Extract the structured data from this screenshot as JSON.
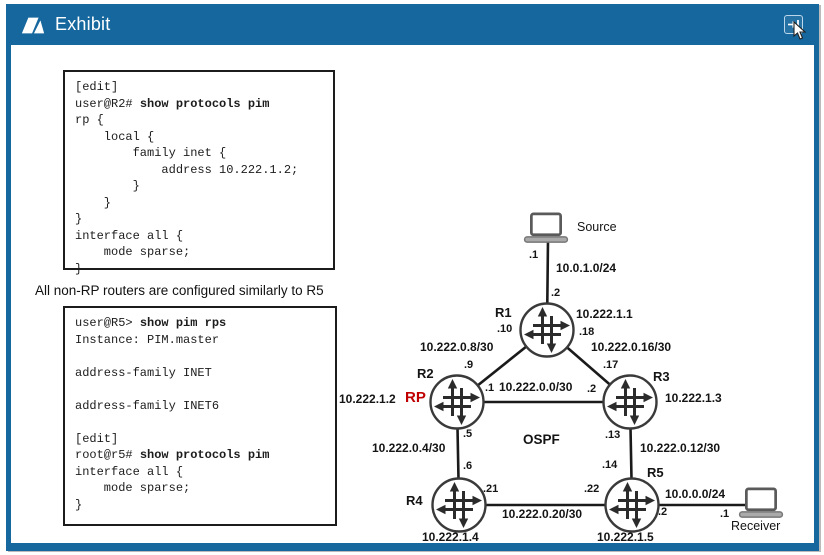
{
  "titlebar": {
    "title": "Exhibit"
  },
  "colors": {
    "titlebar_blue": "#15679e",
    "rp_red": "#c00000"
  },
  "caption": "All non-RP routers are configured similarly to R5",
  "r2_config": {
    "lines": [
      {
        "pre": "[edit]",
        "bold": ""
      },
      {
        "pre": "user@R2# ",
        "bold": "show protocols pim"
      },
      {
        "pre": "rp {",
        "bold": ""
      },
      {
        "pre": "    local {",
        "bold": ""
      },
      {
        "pre": "        family inet {",
        "bold": ""
      },
      {
        "pre": "            address 10.222.1.2;",
        "bold": ""
      },
      {
        "pre": "        }",
        "bold": ""
      },
      {
        "pre": "    }",
        "bold": ""
      },
      {
        "pre": "}",
        "bold": ""
      },
      {
        "pre": "interface all {",
        "bold": ""
      },
      {
        "pre": "    mode sparse;",
        "bold": ""
      },
      {
        "pre": "}",
        "bold": ""
      }
    ]
  },
  "r5_output": {
    "lines": [
      {
        "pre": "user@R5> ",
        "bold": "show pim rps"
      },
      {
        "pre": "Instance: PIM.master",
        "bold": ""
      },
      {
        "pre": "",
        "bold": ""
      },
      {
        "pre": "address-family INET",
        "bold": ""
      },
      {
        "pre": "",
        "bold": ""
      },
      {
        "pre": "address-family INET6",
        "bold": ""
      },
      {
        "pre": "",
        "bold": ""
      },
      {
        "pre": "[edit]",
        "bold": ""
      },
      {
        "pre": "root@r5# ",
        "bold": "show protocols pim"
      },
      {
        "pre": "interface all {",
        "bold": ""
      },
      {
        "pre": "    mode sparse;",
        "bold": ""
      },
      {
        "pre": "}",
        "bold": ""
      }
    ]
  },
  "diagram": {
    "ospf": "OSPF",
    "rp": "RP",
    "source_label": "Source",
    "receiver_label": "Receiver",
    "r1": "R1",
    "r2": "R2",
    "r3": "R3",
    "r4": "R4",
    "r5": "R5",
    "r1_ip": "10.222.1.1",
    "r2_ip": "10.222.1.2",
    "r3_ip": "10.222.1.3",
    "r4_ip": "10.222.1.4",
    "r5_ip": "10.222.1.5",
    "link_source_r1": {
      "subnet": "10.0.1.0/24",
      "source_end": ".1",
      "r1_end": ".2"
    },
    "link_r1_r2": {
      "subnet": "10.222.0.8/30",
      "r1_end": ".10",
      "r2_end": ".9"
    },
    "link_r1_r3": {
      "subnet": "10.222.0.16/30",
      "r1_end": ".18",
      "r3_end": ".17"
    },
    "link_r2_r3": {
      "subnet": "10.222.0.0/30",
      "r2_end": ".1",
      "r3_end": ".2"
    },
    "link_r2_r4": {
      "subnet": "10.222.0.4/30",
      "r2_end": ".5",
      "r4_end": ".6"
    },
    "link_r3_r5": {
      "subnet": "10.222.0.12/30",
      "r3_end": ".13",
      "r5_end": ".14"
    },
    "link_r4_r5": {
      "subnet": "10.222.0.20/30",
      "r4_end": ".21",
      "r5_end": ".22"
    },
    "link_r5_receiver": {
      "subnet": "10.0.0.0/24",
      "r5_end": ".2",
      "receiver_end": ".1"
    }
  }
}
